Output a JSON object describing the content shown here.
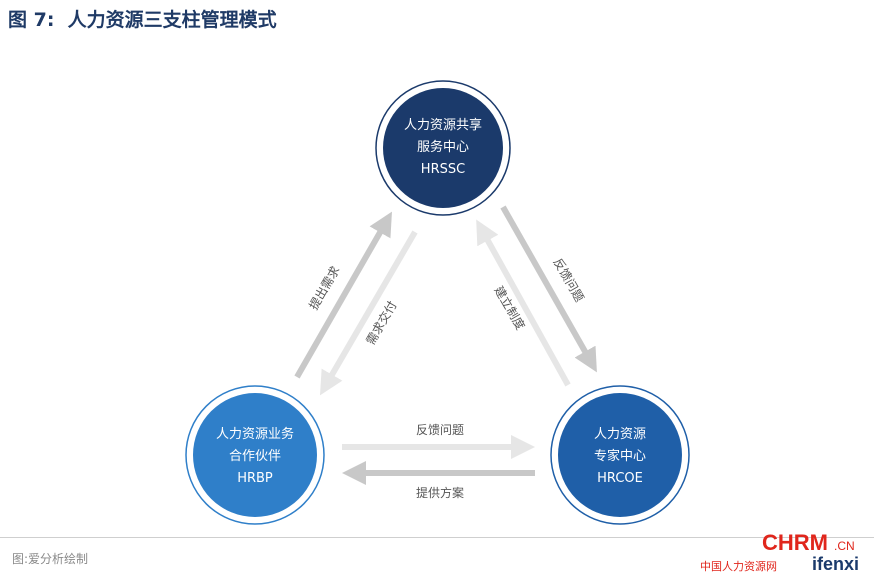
{
  "title": "图 7:  人力资源三支柱管理模式",
  "nodes": {
    "top": {
      "line1": "人力资源共享",
      "line2": "服务中心",
      "line3": "HRSSC",
      "color": "#1b3a6b"
    },
    "left": {
      "line1": "人力资源业务",
      "line2": "合作伙伴",
      "line3": "HRBP",
      "color": "#2f7fc9"
    },
    "right": {
      "line1": "人力资源",
      "line2": "专家中心",
      "line3": "HRCOE",
      "color": "#1f5fa8"
    }
  },
  "arrows": {
    "left_up": "提出需求",
    "left_down": "需求交付",
    "right_up": "建立制度",
    "right_down": "反馈问题",
    "bottom_right": "反馈问题",
    "bottom_left": "提供方案"
  },
  "source": "图:爱分析绘制",
  "logo": {
    "chrm": "CHRM",
    "cn": ".CN",
    "sub": "中国人力资源网",
    "ifenxi": "ifenxi"
  }
}
